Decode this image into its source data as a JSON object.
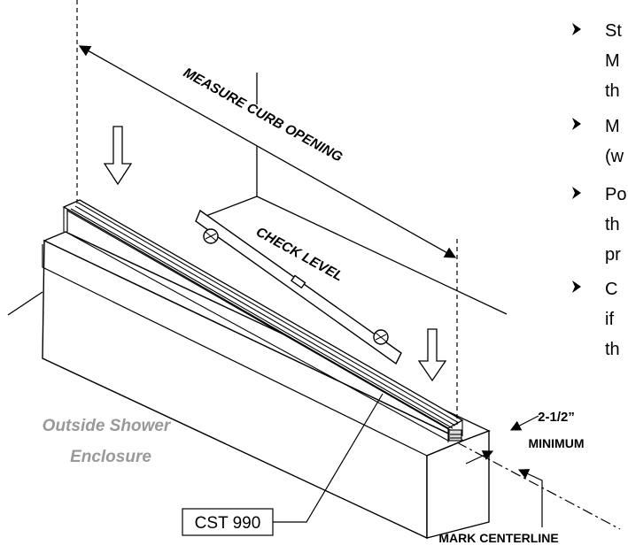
{
  "labels": {
    "measure": "MEASURE CURB OPENING",
    "check_level": "CHECK LEVEL",
    "outside_line1": "Outside Shower",
    "outside_line2": "Enclosure",
    "part_number": "CST 990",
    "min_dim": "2-1/2”",
    "min_word": "MINIMUM",
    "centerline": "MARK CENTERLINE"
  },
  "instructions": {
    "b1_l1": "St",
    "b1_l2": "M",
    "b1_l3": "th",
    "b2_l1": "M",
    "b2_l2": "(w",
    "b3_l1": "Po",
    "b3_l2": "th",
    "b3_l3": "pr",
    "b4_l1": "C",
    "b4_l2": "if",
    "b4_l3": "th"
  },
  "colors": {
    "line": "#000000",
    "outside_text": "#999999"
  }
}
